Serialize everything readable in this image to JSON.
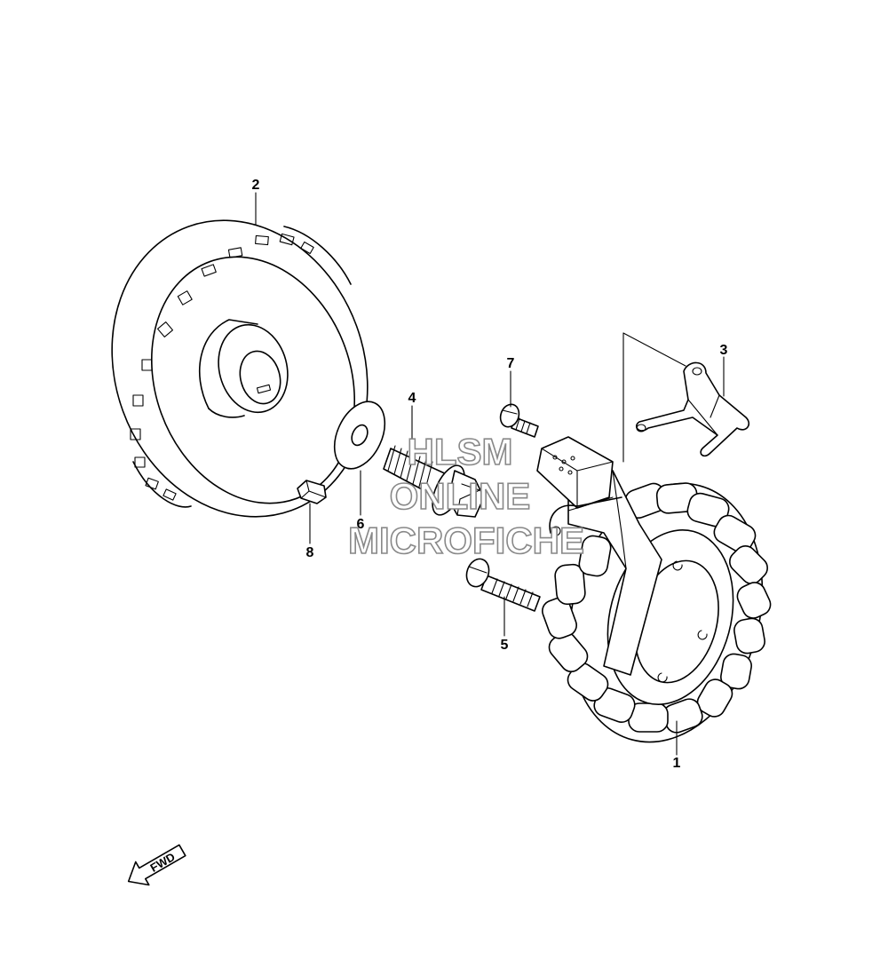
{
  "diagram": {
    "callouts": [
      {
        "id": "1",
        "label": "1"
      },
      {
        "id": "2",
        "label": "2"
      },
      {
        "id": "3",
        "label": "3"
      },
      {
        "id": "4",
        "label": "4"
      },
      {
        "id": "5",
        "label": "5"
      },
      {
        "id": "6",
        "label": "6"
      },
      {
        "id": "7",
        "label": "7"
      },
      {
        "id": "8",
        "label": "8"
      }
    ],
    "watermark": {
      "line1": "HLSM",
      "line2": "ONLINE",
      "line3": "MICROFICHE"
    },
    "direction_arrow": {
      "label": "FWD",
      "icon": "arrow-fwd-icon"
    },
    "colors": {
      "line": "#000000",
      "background": "#ffffff",
      "watermark_outline": "#888888"
    }
  }
}
